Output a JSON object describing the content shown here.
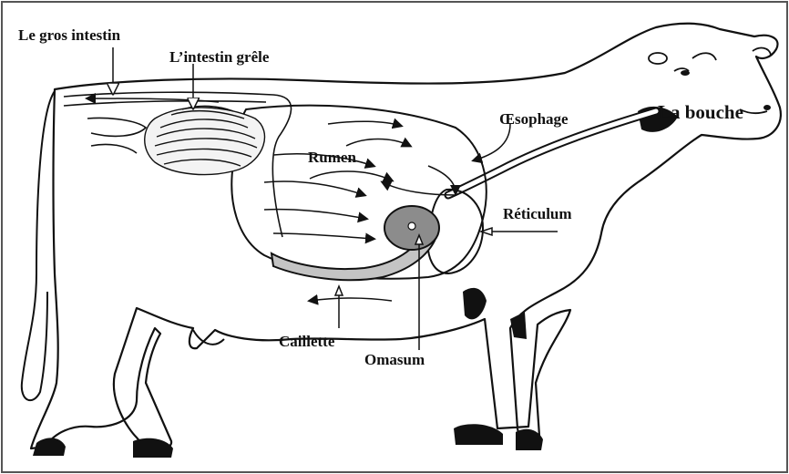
{
  "labels": {
    "gros_intestin": "Le gros intestin",
    "intestin_grele": "L’intestin grêle",
    "oesophage": "Œsophage",
    "bouche": "La bouche",
    "rumen": "Rumen",
    "reticulum": "Réticulum",
    "caillette": "Caillette",
    "omasum": "Omasum"
  },
  "colors": {
    "outline": "#111111",
    "omasum_fill": "#8c8c8c",
    "caillette_fill": "#c4c4c4",
    "intestine_fill": "#d9d9d9",
    "background": "#ffffff"
  }
}
